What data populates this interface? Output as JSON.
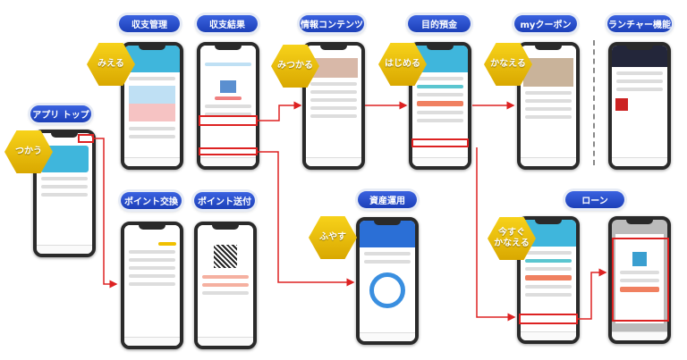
{
  "screens": {
    "app_top": {
      "label": "アプリ トップ",
      "badge": "つかう"
    },
    "balance_mgmt": {
      "label": "収支管理",
      "badge": "みえる"
    },
    "balance_result": {
      "label": "収支結果"
    },
    "info_content": {
      "label": "情報コンテンツ",
      "badge": "みつかる"
    },
    "goal_savings": {
      "label": "目的預金",
      "badge": "はじめる"
    },
    "my_coupon": {
      "label": "myクーポン",
      "badge": "かなえる"
    },
    "launcher": {
      "label": "ランチャー機能"
    },
    "point_exchange": {
      "label": "ポイント交換"
    },
    "point_send": {
      "label": "ポイント送付"
    },
    "asset_mgmt": {
      "label": "資産運用",
      "badge": "ふやす"
    },
    "loan": {
      "label": "ローン",
      "badge": "今すぐ\nかなえる"
    }
  },
  "colors": {
    "label_blue": "#1c3fb8",
    "badge_yellow": "#f0c000",
    "arrow_red": "#d22222"
  }
}
